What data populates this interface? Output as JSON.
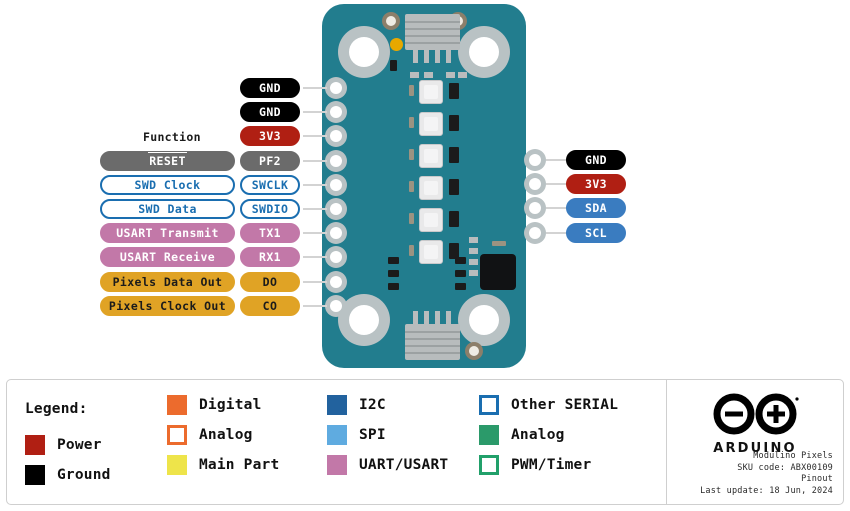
{
  "title": "Modulino Pixels Pinout",
  "colors": {
    "board": "#227d8e",
    "ground": "#000000",
    "power": "#b01f13",
    "digital": "#ec6b2d",
    "analog_outline": "#ec6b2d",
    "main_part": "#eee44a",
    "i2c": "#22629e",
    "spi": "#5fabe0",
    "uart": "#c278a8",
    "other_serial": "#1a6eb0",
    "analog": "#2b9a6a",
    "pwm_timer": "#21a06a",
    "gray": "#6b6b6b",
    "pixels": "#e0a325"
  },
  "diagram": {
    "function_header": "Function",
    "left_pins": [
      {
        "function": "",
        "name": "GND",
        "style": "ground",
        "has_function_pill": false,
        "overline": false
      },
      {
        "function": "",
        "name": "GND",
        "style": "ground",
        "has_function_pill": false,
        "overline": false
      },
      {
        "function": "",
        "name": "3V3",
        "style": "power",
        "has_function_pill": false,
        "overline": false
      },
      {
        "function": "RESET",
        "name": "PF2",
        "style": "gray",
        "has_function_pill": true,
        "overline": true
      },
      {
        "function": "SWD Clock",
        "name": "SWCLK",
        "style": "serial",
        "has_function_pill": true,
        "overline": false
      },
      {
        "function": "SWD Data",
        "name": "SWDIO",
        "style": "serial",
        "has_function_pill": true,
        "overline": false
      },
      {
        "function": "USART Transmit",
        "name": "TX1",
        "style": "uart",
        "has_function_pill": true,
        "overline": false
      },
      {
        "function": "USART Receive",
        "name": "RX1",
        "style": "uart",
        "has_function_pill": true,
        "overline": false
      },
      {
        "function": "Pixels Data Out",
        "name": "DO",
        "style": "pixels",
        "has_function_pill": true,
        "overline": false
      },
      {
        "function": "Pixels Clock Out",
        "name": "CO",
        "style": "pixels",
        "has_function_pill": true,
        "overline": false
      }
    ],
    "right_pins": [
      {
        "name": "GND",
        "style": "ground"
      },
      {
        "name": "3V3",
        "style": "power"
      },
      {
        "name": "SDA",
        "style": "i2c"
      },
      {
        "name": "SCL",
        "style": "i2c"
      }
    ]
  },
  "legend": {
    "title": "Legend:",
    "columns": [
      [
        {
          "label": "Power",
          "swatch": "power",
          "filled": true
        },
        {
          "label": "Ground",
          "swatch": "ground",
          "filled": true
        }
      ],
      [
        {
          "label": "Digital",
          "swatch": "digital",
          "filled": true
        },
        {
          "label": "Analog",
          "swatch": "digital",
          "filled": false
        },
        {
          "label": "Main Part",
          "swatch": "main_part",
          "filled": true
        }
      ],
      [
        {
          "label": "I2C",
          "swatch": "i2c",
          "filled": true
        },
        {
          "label": "SPI",
          "swatch": "spi",
          "filled": true
        },
        {
          "label": "UART/USART",
          "swatch": "uart",
          "filled": true
        }
      ],
      [
        {
          "label": "Other SERIAL",
          "swatch": "other_serial",
          "filled": false
        },
        {
          "label": "Analog",
          "swatch": "analog",
          "filled": true
        },
        {
          "label": "PWM/Timer",
          "swatch": "pwm_timer",
          "filled": false
        }
      ]
    ]
  },
  "brand": {
    "logo_name": "arduino-logo",
    "wordmark": "ARDUINO",
    "product": "Modulino Pixels",
    "sku": "SKU code: ABX00109",
    "doc_type": "Pinout",
    "updated": "Last update: 18 Jun, 2024"
  }
}
